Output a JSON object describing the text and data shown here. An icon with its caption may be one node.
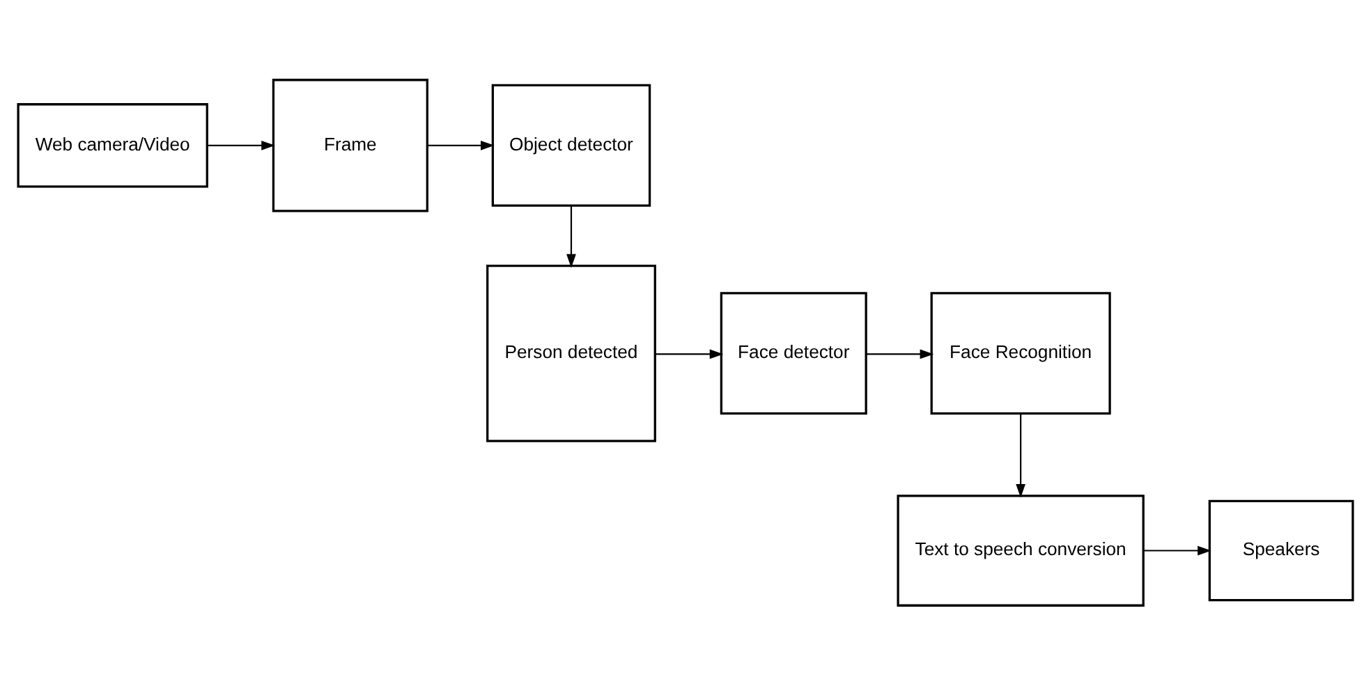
{
  "diagram": {
    "nodes": [
      {
        "text": [
          "Web camera/Video"
        ]
      },
      {
        "text": [
          "Frame"
        ]
      },
      {
        "text": [
          "Object detector"
        ]
      },
      {
        "text": [
          "Person detected"
        ]
      },
      {
        "text": [
          "Face detector"
        ]
      },
      {
        "text": [
          "Face Recognition"
        ]
      },
      {
        "text": [
          "Text to speech conversion"
        ]
      },
      {
        "text": [
          "Speakers"
        ]
      }
    ],
    "edges": [
      {
        "from": 0,
        "to": 1,
        "arrow": "to"
      },
      {
        "from": 1,
        "to": 2,
        "arrow": "to"
      },
      {
        "from": 2,
        "to": 3,
        "arrow": "to"
      },
      {
        "from": 3,
        "to": 4,
        "arrow": "to"
      },
      {
        "from": 4,
        "to": 5,
        "arrow": "to"
      },
      {
        "from": 5,
        "to": 6,
        "arrow": "to"
      },
      {
        "from": 6,
        "to": 7,
        "arrow": "to"
      }
    ]
  }
}
